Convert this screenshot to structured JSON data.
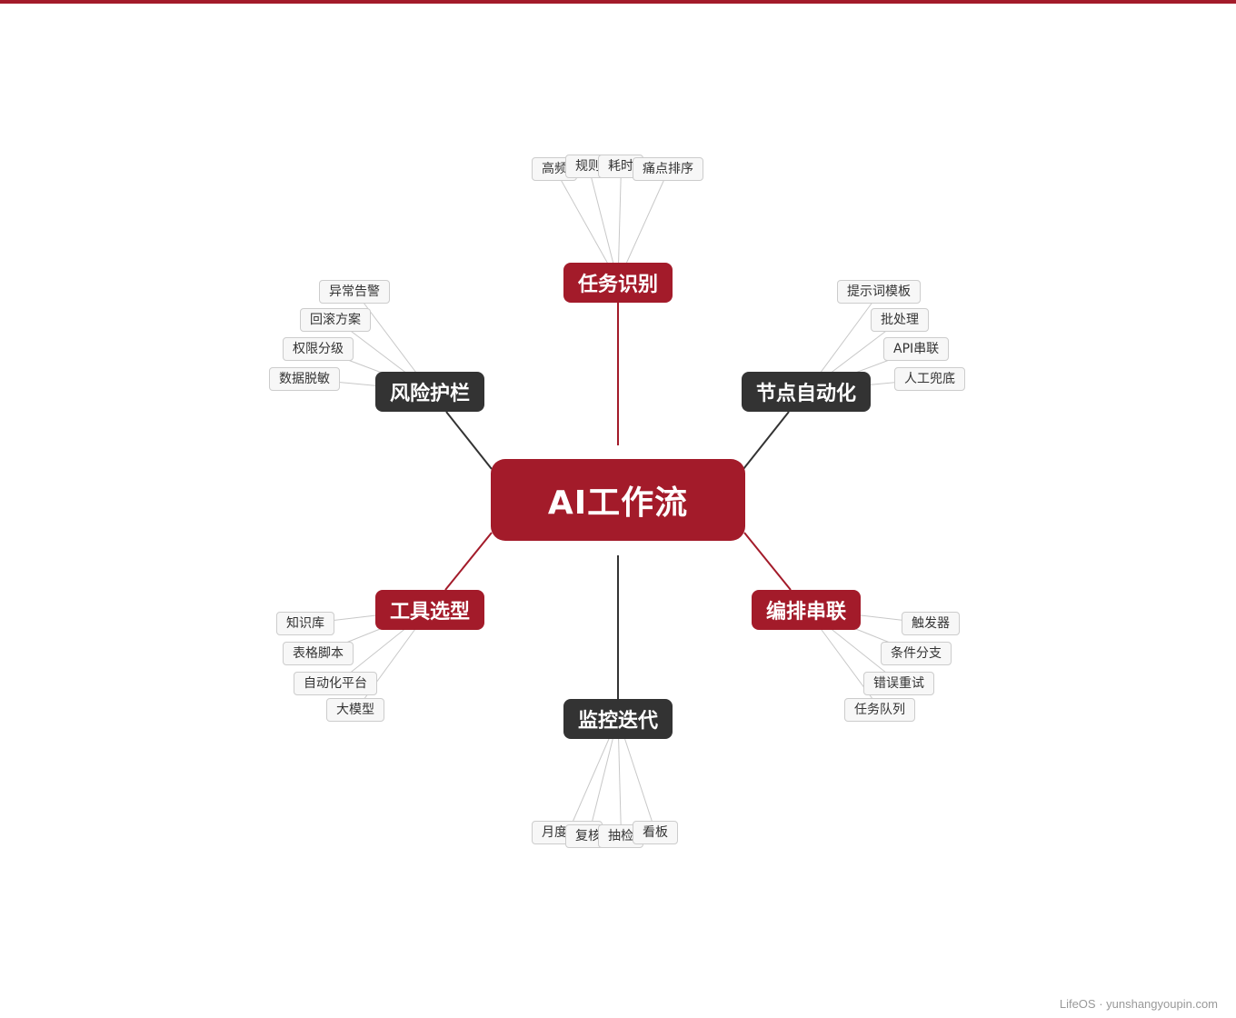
{
  "center": {
    "label": "AI工作流"
  },
  "branches": [
    {
      "id": "task",
      "label": "任务识别",
      "style": "red",
      "leaves": [
        "高频",
        "规则",
        "耗时",
        "痛点排序"
      ]
    },
    {
      "id": "node",
      "label": "节点自动化",
      "style": "dark",
      "leaves": [
        "提示词模板",
        "批处理",
        "API串联",
        "人工兜底"
      ]
    },
    {
      "id": "orch",
      "label": "编排串联",
      "style": "red",
      "leaves": [
        "触发器",
        "条件分支",
        "错误重试",
        "任务队列"
      ]
    },
    {
      "id": "monitor",
      "label": "监控迭代",
      "style": "dark",
      "leaves": [
        "月度优化",
        "复核",
        "抽检",
        "看板"
      ]
    },
    {
      "id": "tool",
      "label": "工具选型",
      "style": "red",
      "leaves": [
        "知识库",
        "表格脚本",
        "自动化平台",
        "大模型"
      ]
    },
    {
      "id": "risk",
      "label": "风险护栏",
      "style": "dark",
      "leaves": [
        "异常告警",
        "回滚方案",
        "权限分级",
        "数据脱敏"
      ]
    }
  ],
  "colors": {
    "accent": "#a31b2a",
    "dark": "#333333",
    "leaf_border": "#cccccc"
  },
  "footer": "LifeOS · yunshangyoupin.com"
}
